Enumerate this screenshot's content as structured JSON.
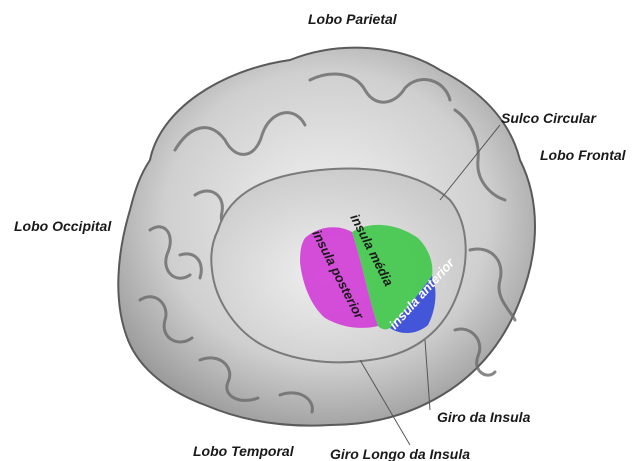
{
  "labels": {
    "lobo_parietal": "Lobo Parietal",
    "sulco_circular": "Sulco Circular",
    "lobo_frontal": "Lobo Frontal",
    "lobo_occipital": "Lobo Occipital",
    "lobo_temporal": "Lobo Temporal",
    "giro_longo": "Giro Longo da Insula",
    "giro_da_insula": "Giro da Insula"
  },
  "insula_regions": {
    "posterior": "insula posterior",
    "media": "insula média",
    "anterior": "insula anterior"
  },
  "colors": {
    "posterior": "#d23cd6",
    "media": "#3fc84a",
    "anterior": "#3347d8",
    "brain_light": "#e6e6e6",
    "brain_dark": "#6f6f6f",
    "label_text": "#1a1a1a"
  }
}
